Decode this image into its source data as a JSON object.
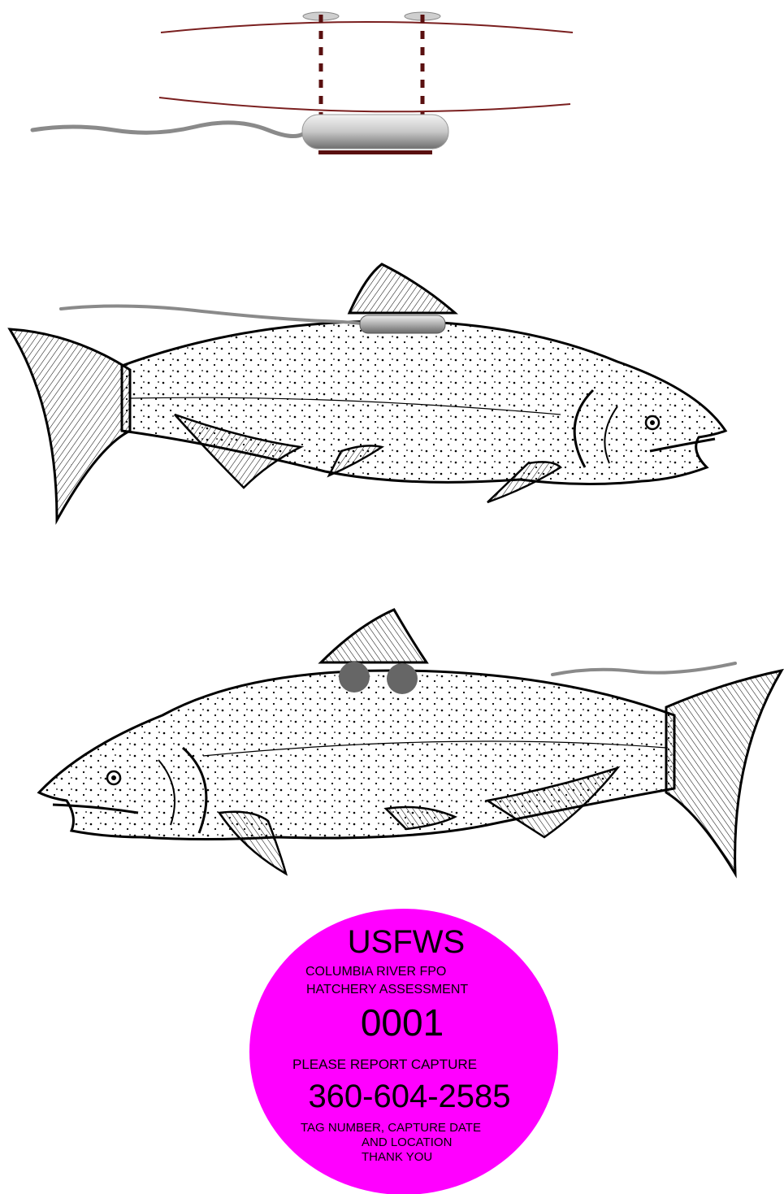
{
  "colors": {
    "tag": "#ff00ff",
    "line": "#7a1f1f",
    "dash": "#5a1010",
    "tether": "#8a8a8a",
    "dot": "#666666"
  },
  "tag": {
    "title": "USFWS",
    "line1": "COLUMBIA RIVER FPO",
    "line2": "HATCHERY ASSESSMENT",
    "number": "0001",
    "report": "PLEASE REPORT CAPTURE",
    "phone": "360-604-2585",
    "info1": "TAG NUMBER, CAPTURE DATE",
    "info2": "AND LOCATION",
    "thanks": "THANK YOU"
  }
}
